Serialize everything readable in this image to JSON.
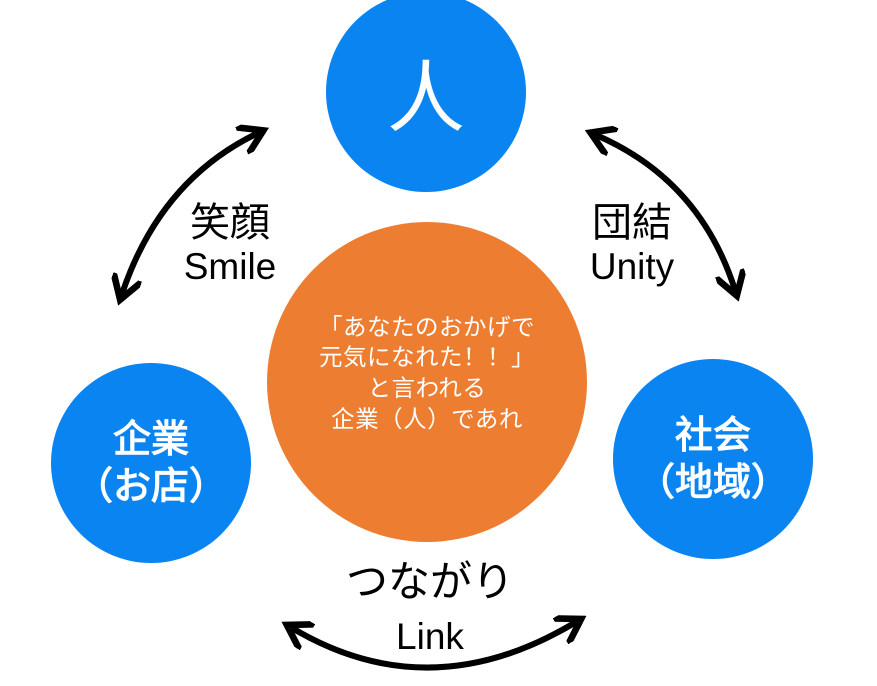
{
  "colors": {
    "node_blue": "#0a84f0",
    "center_orange": "#ec7d31",
    "text_on_fill": "#ffffff",
    "arrow": "#000000"
  },
  "nodes": {
    "top": {
      "label": "人"
    },
    "left": {
      "line1": "企業",
      "line2": "（お店）"
    },
    "right": {
      "line1": "社会",
      "line2": "（地域）"
    }
  },
  "center": {
    "lines": [
      "「あなたのおかげで",
      "元気になれた！！」",
      "と言われる",
      "企業（人）であれ"
    ]
  },
  "edges": {
    "smile": {
      "jp": "笑顔",
      "en": "Smile",
      "icon": "double-arrow-icon"
    },
    "unity": {
      "jp": "団結",
      "en": "Unity",
      "icon": "double-arrow-icon"
    },
    "link": {
      "jp": "つながり",
      "en": "Link",
      "icon": "double-arrow-icon"
    }
  }
}
